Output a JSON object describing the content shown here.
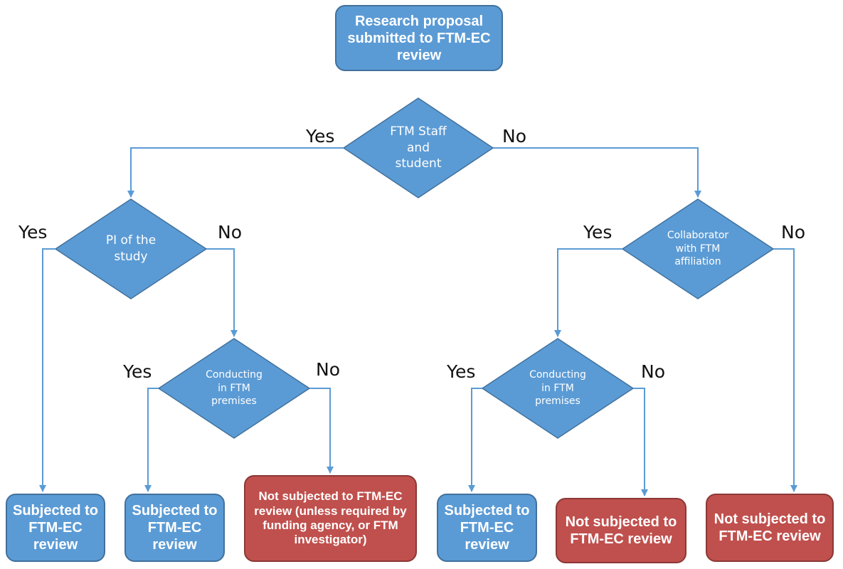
{
  "colors": {
    "process": "#5B9BD5",
    "process_border": "#41719C",
    "exempt": "#C0504D",
    "exempt_border": "#8C3836",
    "connector": "#5B9BD5"
  },
  "start": {
    "label": "Research proposal submitted to FTM-EC review"
  },
  "decisions": {
    "staff": {
      "label": "FTM Staff and student"
    },
    "pi": {
      "label": "PI of the study"
    },
    "collaborator": {
      "label": "Collaborator with FTM affiliation"
    },
    "premises_left": {
      "label": "Conducting in FTM premises"
    },
    "premises_right": {
      "label": "Conducting in FTM premises"
    }
  },
  "outcomes": [
    {
      "label": "Subjected to FTM-EC review",
      "kind": "subject"
    },
    {
      "label": "Subjected to FTM-EC review",
      "kind": "subject"
    },
    {
      "label": "Not subjected to FTM-EC review (unless required by funding agency, or FTM investigator)",
      "kind": "exempt"
    },
    {
      "label": "Subjected to FTM-EC review",
      "kind": "subject"
    },
    {
      "label": "Not subjected to FTM-EC review",
      "kind": "exempt"
    },
    {
      "label": "Not subjected to FTM-EC review",
      "kind": "exempt"
    }
  ],
  "branch_labels": {
    "yes": "Yes",
    "no": "No"
  }
}
